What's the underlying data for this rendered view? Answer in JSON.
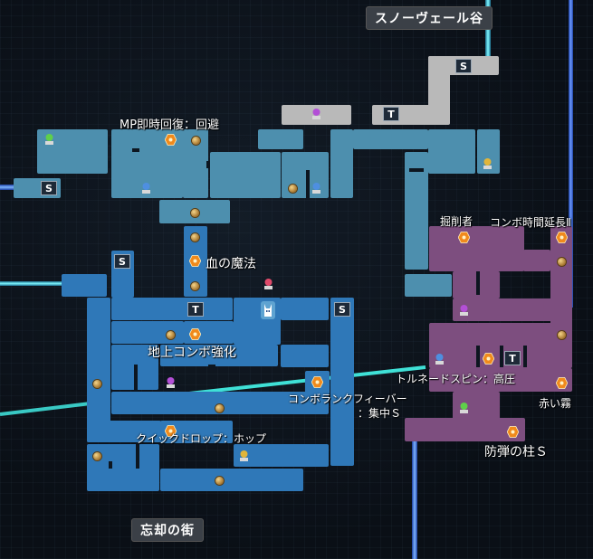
{
  "areas": {
    "top": "スノーヴェール谷",
    "bottom": "忘却の街"
  },
  "labels": {
    "mp": "MP即時回復：回避",
    "blood": "血の魔法",
    "ground_combo": "地上コンボ強化",
    "combo_rank_1": "コンボランクフィーバー",
    "combo_rank_2": "：集中Ｓ",
    "quick_drop": "クイックドロップ：ホップ",
    "digger": "掘削者",
    "combo_time": "コンボ時間延長Ⅱ",
    "tornado": "トルネードスピン：高圧",
    "red_mist": "赤い霧",
    "bulletproof": "防弾の柱Ｓ"
  },
  "markers": {
    "save": "S",
    "teleport": "T"
  },
  "colors": {
    "snowvale_room": "#b9b9b9",
    "upper_room": "#4d8fae",
    "lower_room": "#2f78b8",
    "east_room": "#7d4e7f",
    "relic": "#f08a1c",
    "beam": "#2fe0d0"
  },
  "icons": [
    "relic-hex-icon",
    "item-orb-icon",
    "statue-icon",
    "save-point-icon",
    "teleport-icon",
    "player-icon"
  ]
}
